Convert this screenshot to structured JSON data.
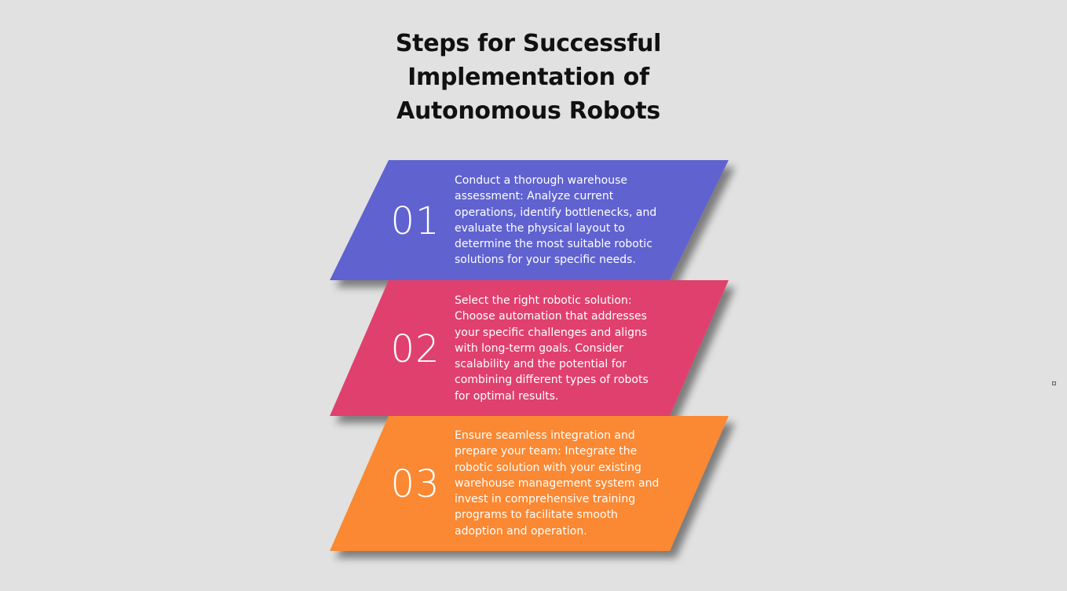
{
  "title_lines": [
    "Steps for Successful",
    "Implementation of",
    "Autonomous Robots"
  ],
  "steps": [
    {
      "number": "01",
      "color": "#6062d0",
      "text": "Conduct a thorough warehouse\nassessment: Analyze current\noperations, identify bottlenecks, and\nevaluate the physical layout to\ndetermine the most suitable robotic\nsolutions for your specific needs."
    },
    {
      "number": "02",
      "color": "#e03f6e",
      "text": "Select the right robotic solution:\nChoose automation that addresses\nyour specific challenges and aligns\nwith long-term goals. Consider\nscalability and the potential for\ncombining different types of robots\nfor optimal results."
    },
    {
      "number": "03",
      "color": "#fb8833",
      "text": "Ensure seamless integration and\nprepare your team: Integrate the\nrobotic solution with your existing\nwarehouse management system and\ninvest in comprehensive training\nprograms to facilitate smooth\nadoption and operation."
    }
  ]
}
